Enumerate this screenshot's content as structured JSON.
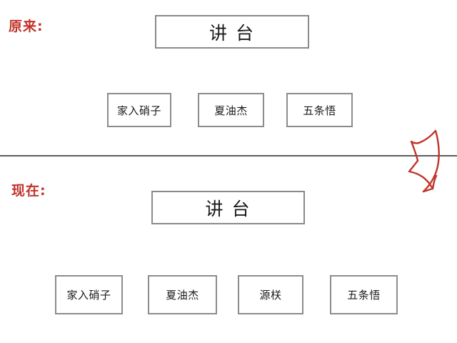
{
  "diagram": {
    "background_color": "#ffffff",
    "accent_color": "#c0342a",
    "box_border_color": "#8c8c8c",
    "divider_color": "#5b5b5b",
    "sections": [
      {
        "label": "原来:",
        "podium": "讲 台",
        "seats": [
          "家入硝子",
          "夏油杰",
          "五条悟"
        ]
      },
      {
        "label": "现在:",
        "podium": "讲 台",
        "seats": [
          "家入硝子",
          "夏油杰",
          "源栚",
          "五条悟"
        ]
      }
    ],
    "arrow": {
      "name": "downward-curved-arrow",
      "color": "#c0342a"
    }
  }
}
